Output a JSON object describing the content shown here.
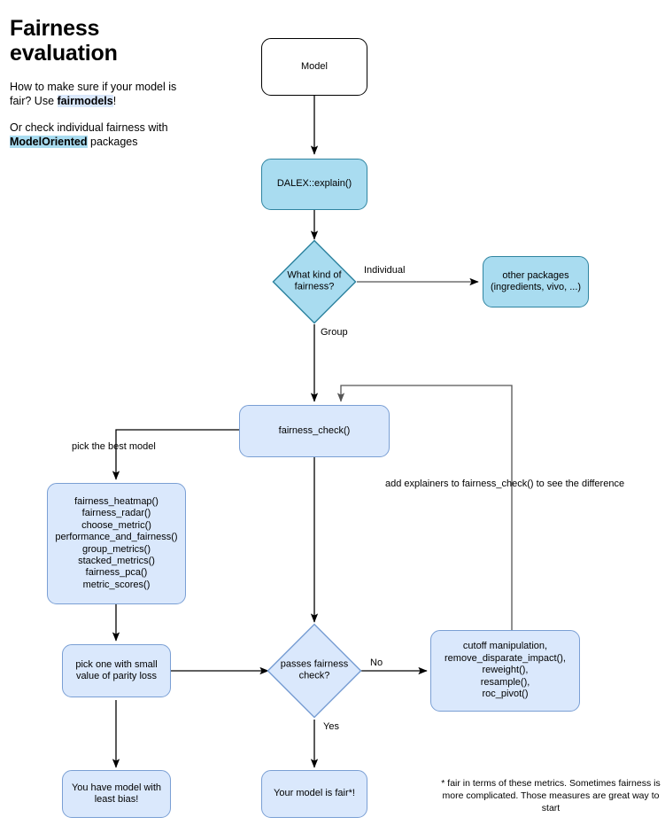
{
  "intro": {
    "title": "Fairness evaluation",
    "para1_pre": "How to make sure if your model is fair? Use ",
    "para1_hl": "fairmodels",
    "para1_post": "!",
    "para2_pre": "Or check individual fairness with ",
    "para2_hl": "ModelOriented",
    "para2_post": " packages"
  },
  "nodes": {
    "model": "Model",
    "dalex": "DALEX::explain()",
    "kind_of_fairness": "What kind of\nfairness?",
    "other_packages": "other packages\n(ingredients, vivo, ...)",
    "fairness_check": "fairness_check()",
    "function_list": "fairness_heatmap()\nfairness_radar()\nchoose_metric()\nperformance_and_fairness()\ngroup_metrics()\nstacked_metrics()\nfairness_pca()\nmetric_scores()",
    "pick_one_small": "pick one with small\nvalue of parity loss",
    "passes_check": "passes fairness\ncheck?",
    "mitigation": "cutoff manipulation,\nremove_disparate_impact(),\nreweight(),\nresample(),\nroc_pivot()",
    "least_bias": "You have model with\nleast bias!",
    "model_is_fair": "Your model is fair*!"
  },
  "edge_labels": {
    "individual": "Individual",
    "group": "Group",
    "pick_best_model": "pick the best model",
    "add_explainers": "add explainers to fairness_check() to see the difference",
    "no": "No",
    "yes": "Yes"
  },
  "footnote": "* fair in terms of these metrics. Sometimes fairness is more complicated. Those measures are great way to start",
  "colors": {
    "fill_cyan": "#a9dcf0",
    "stroke_cyan": "#2f84a0",
    "fill_blue": "#dae8fc",
    "stroke_blue": "#7a9fd4",
    "fill_white": "#ffffff",
    "stroke_black": "#000000",
    "edge": "#000000",
    "edge_gray": "#555555"
  }
}
